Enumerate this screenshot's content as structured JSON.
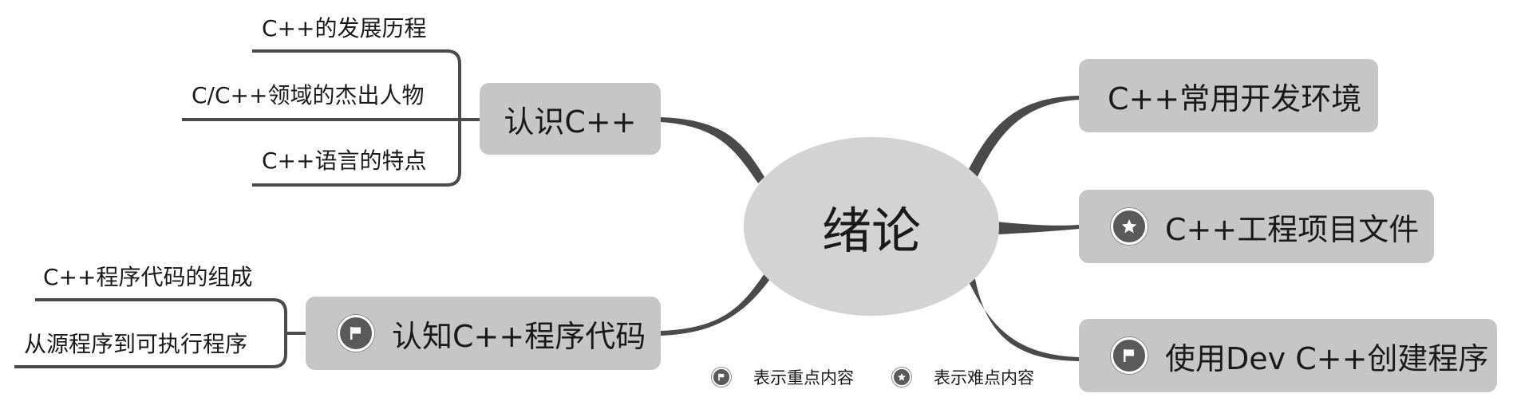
{
  "center": {
    "label": "绪论"
  },
  "topics": {
    "know_cpp": {
      "label": "认识C++",
      "children": [
        "C++的发展历程",
        "C/C++领域的杰出人物",
        "C++语言的特点"
      ]
    },
    "understand_code": {
      "label": "认知C++程序代码",
      "icon": "flag-icon",
      "children": [
        "C++程序代码的组成",
        "从源程序到可执行程序"
      ]
    },
    "env": {
      "label": "C++常用开发环境"
    },
    "project_files": {
      "label": "C++工程项目文件",
      "icon": "star-icon"
    },
    "devcpp": {
      "label": "使用Dev C++创建程序",
      "icon": "flag-icon"
    }
  },
  "legend": [
    {
      "icon": "flag-icon",
      "label": "表示重点内容"
    },
    {
      "icon": "star-icon",
      "label": "表示难点内容"
    }
  ],
  "colors": {
    "node_fill": "#c6c6c6",
    "center_fill": "#d3d3d3",
    "connector": "#4a4a4a",
    "icon_fill": "#5a5a5a"
  }
}
